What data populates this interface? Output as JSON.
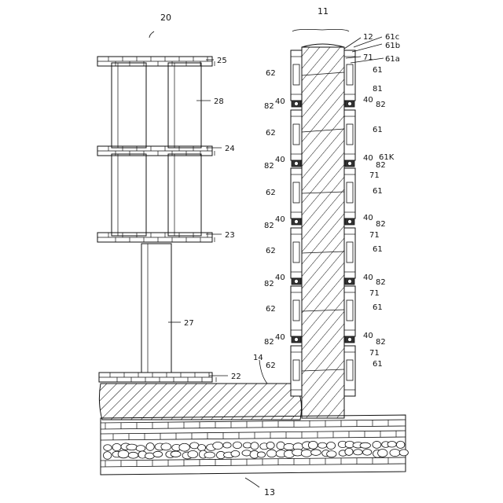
{
  "reference_numerals": {
    "assembly": "20",
    "wall": "11",
    "wall_core": "12",
    "foundation": "13",
    "ground_layer": "14",
    "plate_22": "22",
    "plate_23": "23",
    "plate_24": "24",
    "plate_25": "25",
    "column_27": "27",
    "column_28": "28",
    "connector_40": "40",
    "block_61": "61",
    "block_61a": "61a",
    "block_61b": "61b",
    "block_61c": "61c",
    "block_61k": "61K",
    "block_62": "62",
    "seam_71": "71",
    "ring_81": "81",
    "ring_82": "82"
  }
}
